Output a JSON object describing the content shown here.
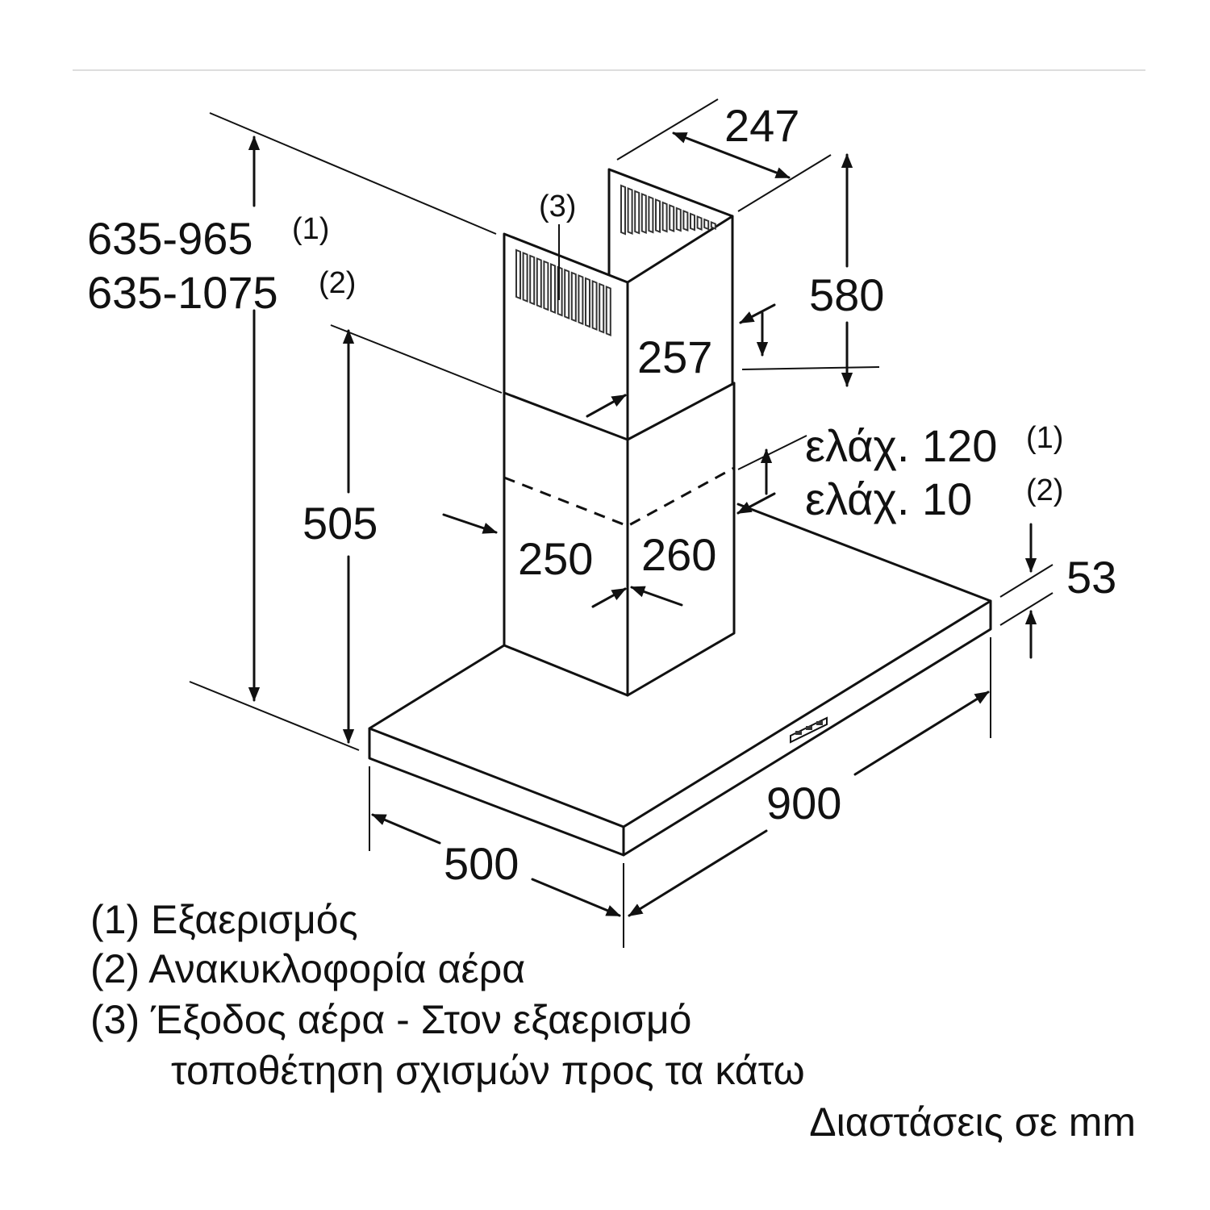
{
  "dimensions": {
    "height_total_1": "635-965",
    "height_total_1_note": "(1)",
    "height_total_2": "635-1075",
    "height_total_2_note": "(2)",
    "chimney_lower_height": "505",
    "chimney_upper_depth": "247",
    "chimney_upper_height": "580",
    "chimney_upper_width": "257",
    "chimney_lower_depth": "250",
    "chimney_lower_width": "260",
    "min_gap_1": "ελάχ. 120",
    "min_gap_1_note": "(1)",
    "min_gap_2": "ελάχ. 10",
    "min_gap_2_note": "(2)",
    "hood_thickness": "53",
    "hood_width": "900",
    "hood_depth": "500",
    "vent_callout": "(3)"
  },
  "legend": {
    "item1": "(1) Εξαερισμός",
    "item2": "(2) Ανακυκλοφορία αέρα",
    "item3_line1": "(3) Έξοδος αέρα - Στον εξαερισμό",
    "item3_line2": "τοποθέτηση σχισμών προς τα κάτω",
    "units": "Διαστάσεις σε mm"
  }
}
